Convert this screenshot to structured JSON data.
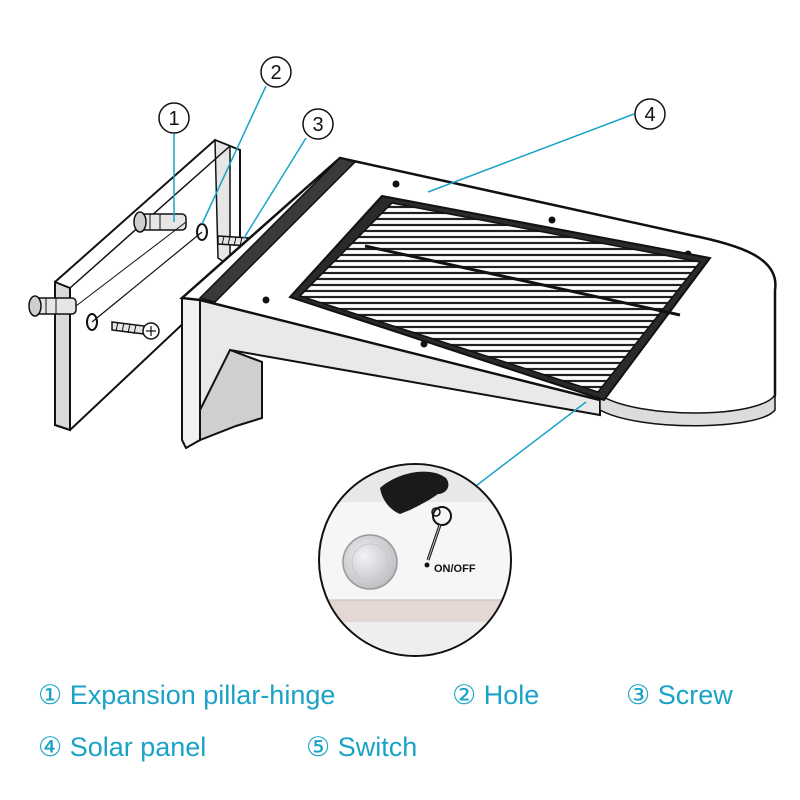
{
  "callouts": {
    "c1": "1",
    "c2": "2",
    "c3": "3",
    "c4": "4"
  },
  "switch_label": "ON/OFF",
  "legend": [
    {
      "text": "① Expansion pillar-hinge"
    },
    {
      "text": "② Hole"
    },
    {
      "text": "③ Screw"
    },
    {
      "text": "④ Solar panel"
    },
    {
      "text": "⑤ Switch"
    }
  ],
  "colors": {
    "accent": "#1aa3c7",
    "line": "#111111",
    "panel": "#2a2a2a"
  }
}
